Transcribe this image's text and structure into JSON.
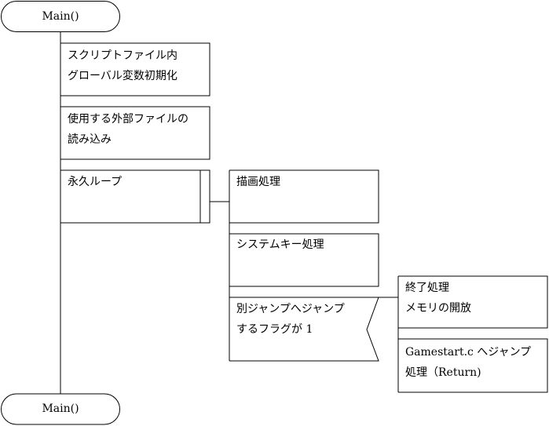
{
  "terminals": {
    "start_label": "Main()",
    "end_label": "Main()"
  },
  "steps": {
    "init_line1": "スクリプトファイル内",
    "init_line2": "グローバル変数初期化",
    "load_line1": "使用する外部ファイルの",
    "load_line2": "読み込み",
    "loop_label": "永久ループ"
  },
  "loop_body": {
    "draw_label": "描画処理",
    "syskey_label": "システムキー処理",
    "cond_line1": "別ジャンプへジャンプ",
    "cond_line2": "するフラグが 1"
  },
  "branch": {
    "exit_line1": "終了処理",
    "exit_line2": "メモリの開放",
    "jump_line1": "Gamestart.c へジャンプ",
    "jump_line2": "処理（Return)"
  }
}
